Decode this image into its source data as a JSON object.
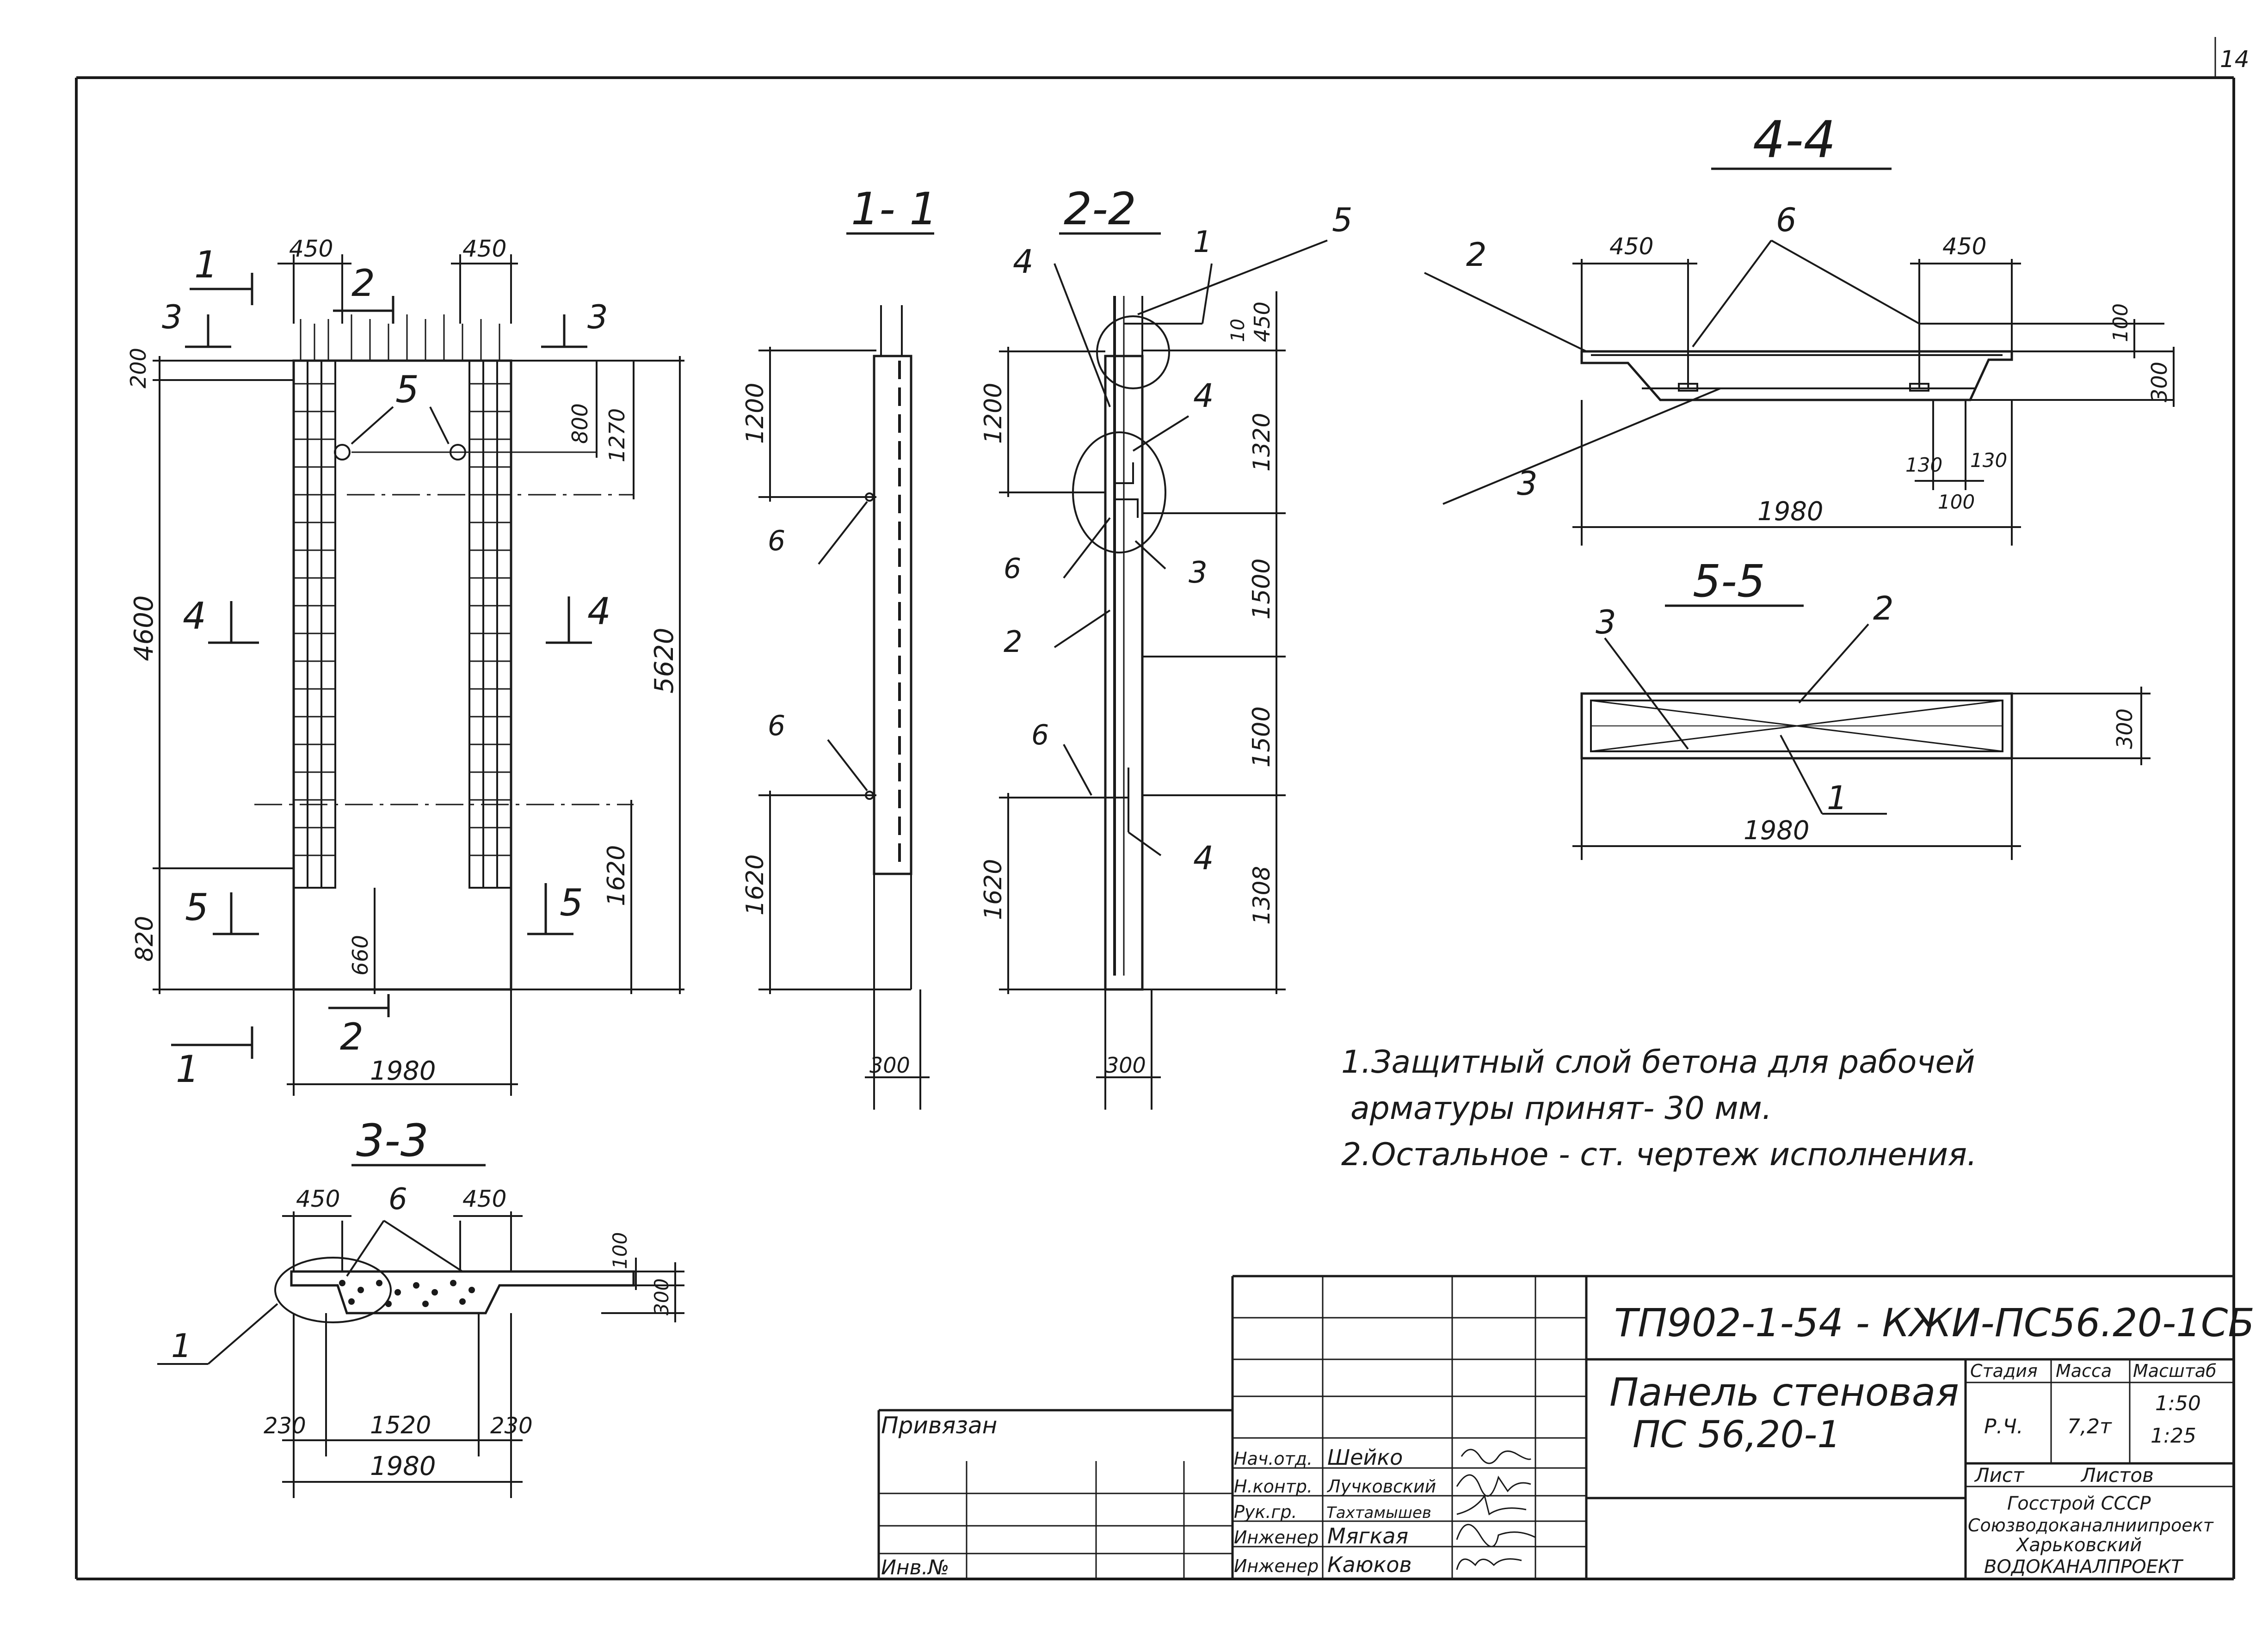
{
  "sheet": {
    "sheet_number": "14",
    "inv_label": "Инв.№",
    "privyazan_label": "Привязан"
  },
  "sections": {
    "s11": "1- 1",
    "s22": "2-2",
    "s33": "3-3",
    "s44": "4-4",
    "s55": "5-5"
  },
  "elevation": {
    "dim_top_left": "450",
    "dim_top_right": "450",
    "dim_200": "200",
    "dim_4600": "4600",
    "dim_820": "820",
    "dim_800": "800",
    "dim_1270": "1270",
    "dim_5620": "5620",
    "dim_1620": "1620",
    "dim_660": "660",
    "dim_1980": "1980",
    "cut_1": "1",
    "cut_2": "2",
    "cut_3": "3",
    "cut_4": "4",
    "cut_5": "5",
    "pos_5": "5"
  },
  "section_11": {
    "dim_1200": "1200",
    "dim_1620": "1620",
    "dim_300": "300",
    "pos_6": "6"
  },
  "section_22": {
    "dim_450": "450",
    "dim_10": "10",
    "dim_1320": "1320",
    "dim_1500a": "1500",
    "dim_1500b": "1500",
    "dim_1308": "1308",
    "dim_1200": "1200",
    "dim_1620": "1620",
    "dim_300": "300",
    "pos_1": "1",
    "pos_2": "2",
    "pos_3": "3",
    "pos_4": "4",
    "pos_5": "5",
    "pos_6": "6"
  },
  "section_44": {
    "dim_450a": "450",
    "dim_450b": "450",
    "dim_100v": "100",
    "dim_300": "300",
    "dim_130a": "130",
    "dim_130b": "130",
    "dim_100h": "100",
    "dim_1980": "1980",
    "pos_2": "2",
    "pos_3": "3",
    "pos_6": "6"
  },
  "section_55": {
    "dim_300": "300",
    "dim_1980": "1980",
    "pos_1": "1",
    "pos_2": "2",
    "pos_3": "3"
  },
  "section_33": {
    "dim_450a": "450",
    "dim_450b": "450",
    "dim_100": "100",
    "dim_300": "300",
    "dim_230a": "230",
    "dim_1520": "1520",
    "dim_230b": "230",
    "dim_1980": "1980",
    "pos_1": "1",
    "pos_6": "6"
  },
  "notes": {
    "line1": "1.Защитный слой бетона для рабочей",
    "line2": "арматуры принят- 30 мм.",
    "line3": "2.Остальное - ст. чертеж исполнения."
  },
  "title_block": {
    "doc_code": "ТП902-1-54 - КЖИ-ПС56.20-1СБ",
    "title_line1": "Панель стеновая",
    "title_line2": "ПС 56,20-1",
    "stage_header": "Стадия",
    "mass_header": "Масса",
    "scale_header": "Масштаб",
    "stage_value": "Р.Ч.",
    "mass_value": "7,2т",
    "scale_value1": "1:50",
    "scale_value2": "1:25",
    "sheet_label": "Лист",
    "sheets_label": "Листов",
    "org1": "Госстрой СССР",
    "org2": "Союзводоканалниипроект",
    "org3": "Харьковский",
    "org4": "ВОДОКАНАЛПРОЕКТ",
    "roles": [
      "Нач.отд.",
      "Н.контр.",
      "Рук.гр.",
      "Инженер",
      "Инженер"
    ],
    "names": [
      "Шейко",
      "Лучковский",
      "Тахтамышев",
      "Мягкая",
      "Каюков"
    ]
  }
}
